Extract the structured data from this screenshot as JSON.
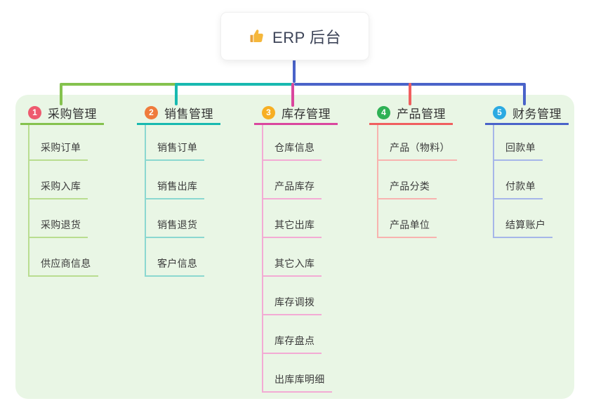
{
  "root": {
    "title": "ERP 后台",
    "icon": "thumbs-up-icon",
    "card_bg": "#ffffff"
  },
  "connector_color": "#4A63C9",
  "panel_color": "#E9F6E5",
  "branches": [
    {
      "id": "1",
      "label": "采购管理",
      "color": "#85C24E",
      "light": "#B9DD90",
      "badge": "#EE5A6E",
      "children": [
        "采购订单",
        "采购入库",
        "采购退货",
        "供应商信息"
      ]
    },
    {
      "id": "2",
      "label": "销售管理",
      "color": "#18B9B0",
      "light": "#8BD8D0",
      "badge": "#EF7B3C",
      "children": [
        "销售订单",
        "销售出库",
        "销售退货",
        "客户信息"
      ]
    },
    {
      "id": "3",
      "label": "库存管理",
      "color": "#DA479E",
      "light": "#F3ABD4",
      "badge": "#F7AF23",
      "children": [
        "仓库信息",
        "产品库存",
        "其它出库",
        "其它入库",
        "库存调拨",
        "库存盘点",
        "出库库明细"
      ]
    },
    {
      "id": "4",
      "label": "产品管理",
      "color": "#F05F5F",
      "light": "#F8B3AF",
      "badge": "#2EB155",
      "children": [
        "产品（物料）",
        "产品分类",
        "产品单位"
      ]
    },
    {
      "id": "5",
      "label": "财务管理",
      "color": "#4A63C9",
      "light": "#A6B6E9",
      "badge": "#2BAAE2",
      "children": [
        "回款单",
        "付款单",
        "结算账户"
      ]
    }
  ]
}
